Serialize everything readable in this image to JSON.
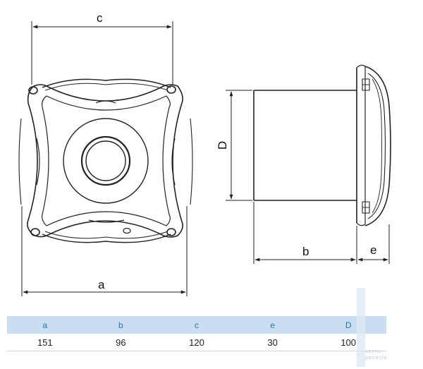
{
  "dimensions": {
    "a_label": "a",
    "b_label": "b",
    "c_label": "c",
    "d_label": "D",
    "e_label": "e"
  },
  "spec_table": {
    "headers": [
      "a",
      "b",
      "c",
      "e",
      "D"
    ],
    "values": [
      "151",
      "96",
      "120",
      "30",
      "100"
    ]
  },
  "watermark": {
    "line1": "ventu",
    "line2": "pasaule"
  }
}
